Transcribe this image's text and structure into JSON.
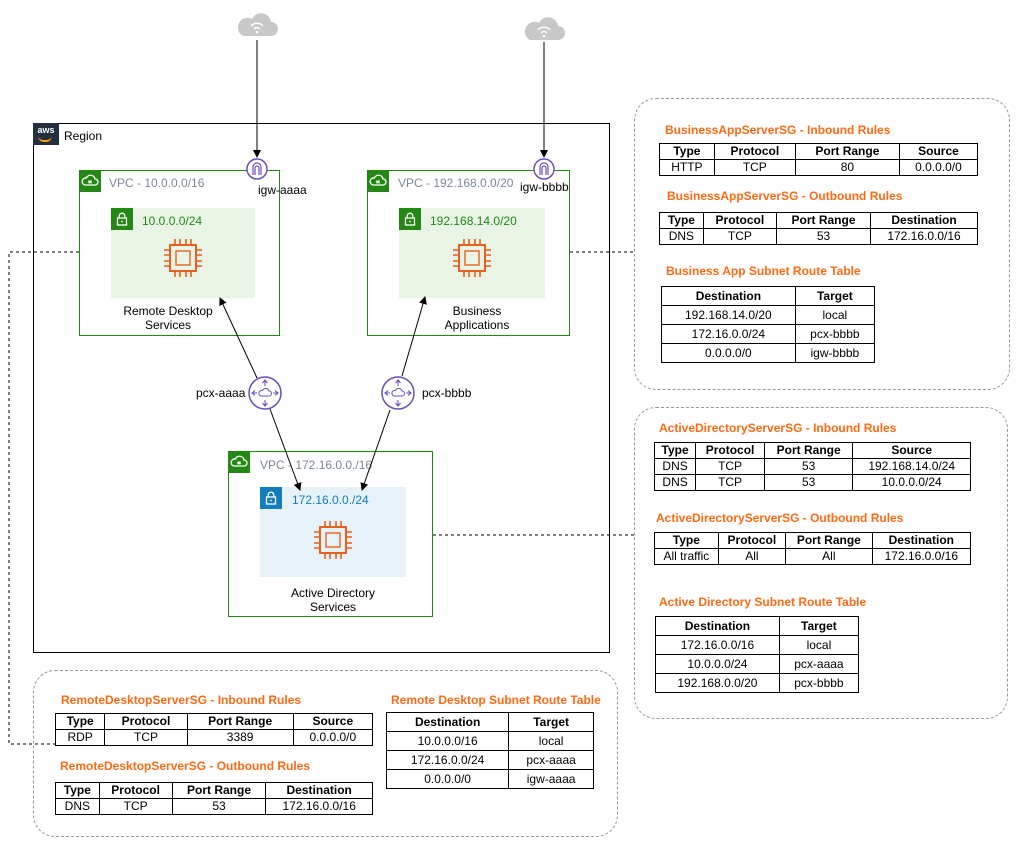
{
  "region": {
    "label": "Region",
    "logo_text": "aws"
  },
  "vpcs": {
    "remote": {
      "label": "VPC - 10.0.0.0/16",
      "subnet": "10.0.0.0/24",
      "service_line1": "Remote Desktop",
      "service_line2": "Services",
      "igw": "igw-aaaa"
    },
    "business": {
      "label": "VPC - 192.168.0.0/20",
      "subnet": "192.168.14.0/20",
      "service_line1": "Business",
      "service_line2": "Applications",
      "igw": "igw-bbbb"
    },
    "ad": {
      "label": "VPC - 172.16.0.0./16",
      "subnet": "172.16.0.0./24",
      "service_line1": "Active Directory",
      "service_line2": "Services"
    }
  },
  "peering": {
    "left": "pcx-aaaa",
    "right": "pcx-bbbb"
  },
  "icons": {
    "cloud": "internet-cloud-icon",
    "igw": "internet-gateway-icon",
    "pcx": "peering-connection-icon",
    "ec2": "ec2-instance-icon",
    "lock": "lock-icon",
    "vpc": "vpc-cloud-icon"
  },
  "colors": {
    "vpc_green": "#248814",
    "subnet_green_bg": "#e9f3e6",
    "subnet_blue": "#147eba",
    "subnet_blue_bg": "#e6f2f8",
    "ec2_orange": "#e7601d",
    "title_orange": "#ff6a13",
    "gateway_purple": "#6b4fbb"
  },
  "business_panel": {
    "inbound": {
      "title": "BusinessAppServerSG - Inbound Rules",
      "headers": [
        "Type",
        "Protocol",
        "Port Range",
        "Source"
      ],
      "rows": [
        [
          "HTTP",
          "TCP",
          "80",
          "0.0.0.0/0"
        ]
      ]
    },
    "outbound": {
      "title": "BusinessAppServerSG - Outbound Rules",
      "headers": [
        "Type",
        "Protocol",
        "Port Range",
        "Destination"
      ],
      "rows": [
        [
          "DNS",
          "TCP",
          "53",
          "172.16.0.0/16"
        ]
      ]
    },
    "route": {
      "title": "Business App Subnet Route Table",
      "headers": [
        "Destination",
        "Target"
      ],
      "rows": [
        [
          "192.168.14.0/20",
          "local"
        ],
        [
          "172.16.0.0/24",
          "pcx-bbbb"
        ],
        [
          "0.0.0.0/0",
          "igw-bbbb"
        ]
      ]
    }
  },
  "ad_panel": {
    "inbound": {
      "title": "ActiveDirectoryServerSG - Inbound Rules",
      "headers": [
        "Type",
        "Protocol",
        "Port Range",
        "Source"
      ],
      "rows": [
        [
          "DNS",
          "TCP",
          "53",
          "192.168.14.0/24"
        ],
        [
          "DNS",
          "TCP",
          "53",
          "10.0.0.0/24"
        ]
      ]
    },
    "outbound": {
      "title": "ActiveDirectoryServerSG - Outbound Rules",
      "headers": [
        "Type",
        "Protocol",
        "Port Range",
        "Destination"
      ],
      "rows": [
        [
          "All traffic",
          "All",
          "All",
          "172.16.0.0/16"
        ]
      ]
    },
    "route": {
      "title": "Active Directory Subnet Route Table",
      "headers": [
        "Destination",
        "Target"
      ],
      "rows": [
        [
          "172.16.0.0/16",
          "local"
        ],
        [
          "10.0.0.0/24",
          "pcx-aaaa"
        ],
        [
          "192.168.0.0/20",
          "pcx-bbbb"
        ]
      ]
    }
  },
  "remote_panel": {
    "inbound": {
      "title": "RemoteDesktopServerSG - Inbound Rules",
      "headers": [
        "Type",
        "Protocol",
        "Port Range",
        "Source"
      ],
      "rows": [
        [
          "RDP",
          "TCP",
          "3389",
          "0.0.0.0/0"
        ]
      ]
    },
    "outbound": {
      "title": "RemoteDesktopServerSG - Outbound Rules",
      "headers": [
        "Type",
        "Protocol",
        "Port Range",
        "Destination"
      ],
      "rows": [
        [
          "DNS",
          "TCP",
          "53",
          "172.16.0.0/16"
        ]
      ]
    },
    "route": {
      "title": "Remote Desktop Subnet Route Table",
      "headers": [
        "Destination",
        "Target"
      ],
      "rows": [
        [
          "10.0.0.0/16",
          "local"
        ],
        [
          "172.16.0.0/24",
          "pcx-aaaa"
        ],
        [
          "0.0.0.0/0",
          "igw-aaaa"
        ]
      ]
    }
  }
}
